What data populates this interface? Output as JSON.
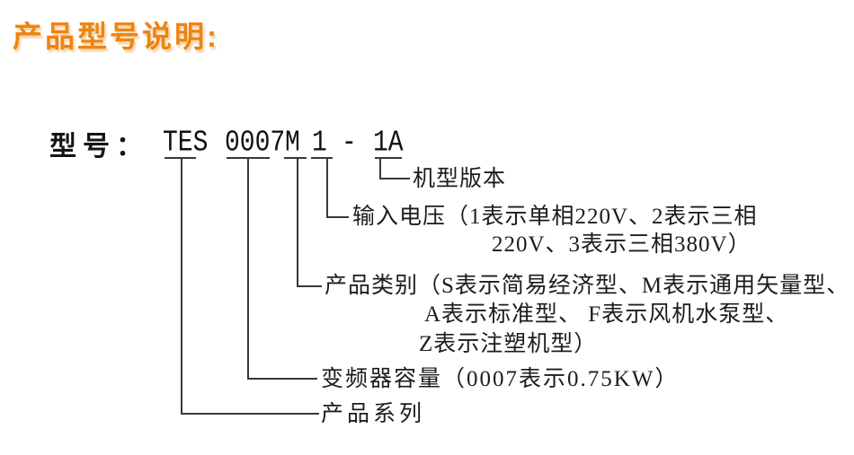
{
  "title": {
    "text": "产品型号说明:"
  },
  "colors": {
    "accent": "#ee8411",
    "line": "#383838",
    "text": "#1c1c1c"
  },
  "model": {
    "field_label": "型号：",
    "segments": [
      {
        "code": "TES"
      },
      {
        "code": "0007"
      },
      {
        "code": "M"
      },
      {
        "code": "1"
      },
      {
        "code": "-"
      },
      {
        "code": "1A"
      }
    ]
  },
  "annotations": {
    "version": {
      "lines": [
        "机型版本"
      ]
    },
    "voltage": {
      "lines": [
        "输入电压（1表示单相220V、2表示三相",
        "220V、3表示三相380V）"
      ]
    },
    "category": {
      "lines": [
        "产品类别（S表示简易经济型、M表示通用矢量型、",
        "A表示标准型、 F表示风机水泵型、",
        "Z表示注塑机型）"
      ]
    },
    "capacity": {
      "lines": [
        "变频器容量（0007表示0.75KW）"
      ]
    },
    "series": {
      "lines": [
        "产品系列"
      ]
    }
  }
}
